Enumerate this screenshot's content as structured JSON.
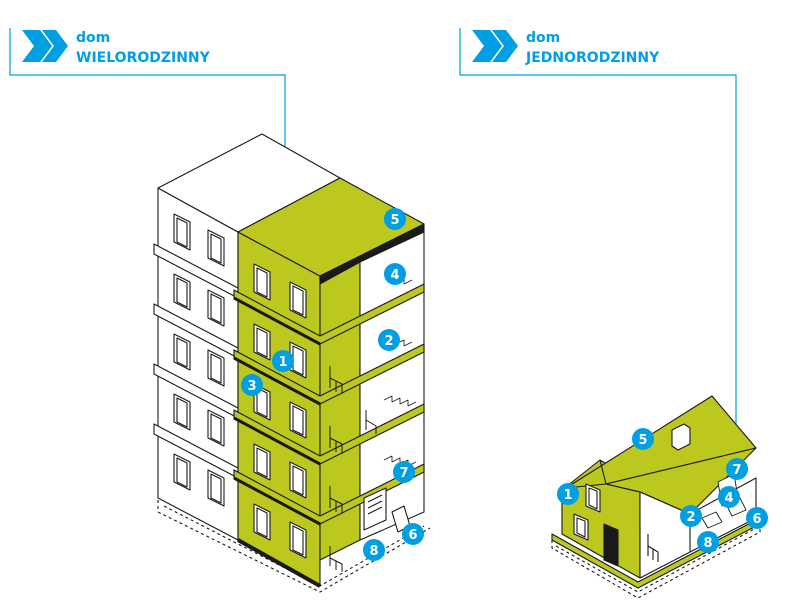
{
  "headings": {
    "multi": {
      "small": "dom",
      "big": "WIELORODZINNY"
    },
    "single": {
      "small": "dom",
      "big": "JEDNORODZINNY"
    }
  },
  "colors": {
    "accent": "#009fe3",
    "highlight": "#bcc81e",
    "outline": "#1a1a1a",
    "grey_fill": "#ffffff"
  },
  "markers": {
    "multi": [
      "1",
      "2",
      "3",
      "4",
      "5",
      "6",
      "7",
      "8"
    ],
    "single": [
      "1",
      "2",
      "4",
      "5",
      "6",
      "7",
      "8"
    ]
  }
}
